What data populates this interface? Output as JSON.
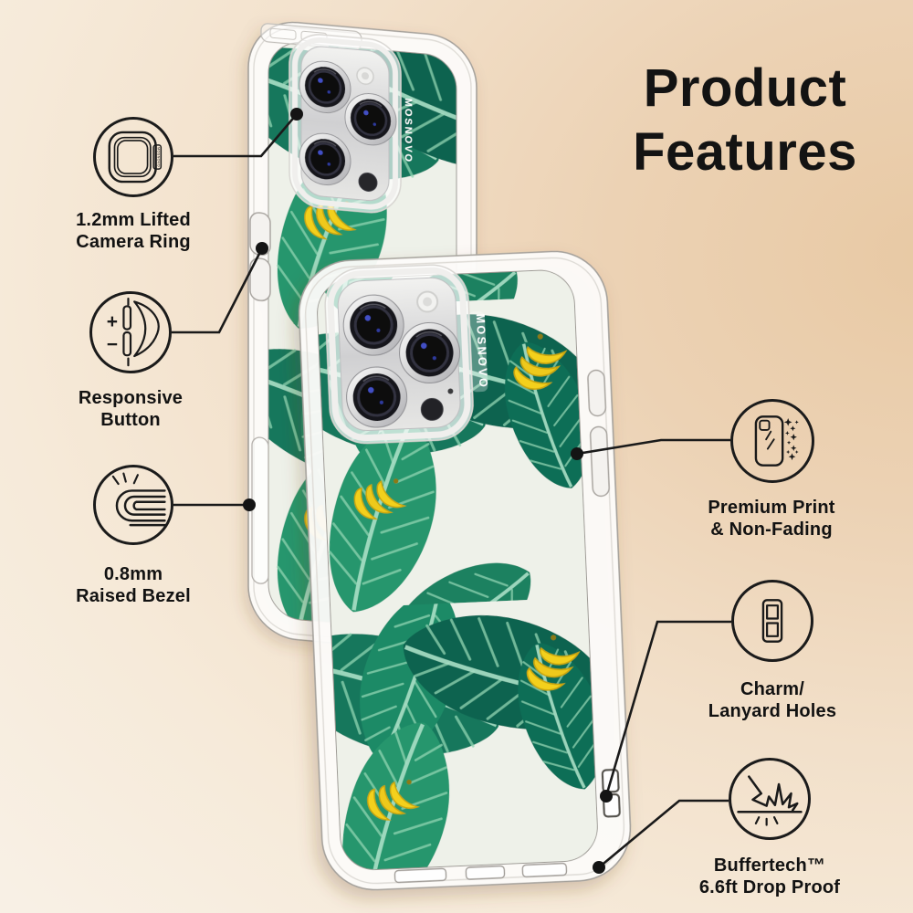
{
  "title": {
    "line1": "Product",
    "line2": "Features"
  },
  "brand": "MOSNOVO",
  "callouts": [
    {
      "id": "camera-ring",
      "icon": "camera-ring-icon",
      "line1": "1.2mm Lifted",
      "line2": "Camera Ring"
    },
    {
      "id": "responsive-button",
      "icon": "responsive-button-icon",
      "line1": "Responsive",
      "line2": "Button"
    },
    {
      "id": "raised-bezel",
      "icon": "raised-bezel-icon",
      "line1": "0.8mm",
      "line2": "Raised Bezel"
    },
    {
      "id": "premium-print",
      "icon": "premium-print-icon",
      "line1": "Premium Print",
      "line2": "& Non-Fading"
    },
    {
      "id": "lanyard-holes",
      "icon": "lanyard-holes-icon",
      "line1": "Charm/",
      "line2": "Lanyard Holes"
    },
    {
      "id": "drop-proof",
      "icon": "drop-impact-icon",
      "line1": "Buffertech™",
      "line2": "6.6ft Drop Proof"
    }
  ],
  "icon_glyphs": {
    "plus": "+",
    "minus": "−"
  },
  "colors": {
    "background_peach": "#e8c9a4",
    "background_cream": "#f8f0e5",
    "line_black": "#1a1a1a",
    "leaf_dark": "#0f6450",
    "leaf_mid": "#1d8a66",
    "leaf_light": "#27966d",
    "banana_yellow": "#f3d01f",
    "print_background": "#eef1e9",
    "case_bumper": "#fdfcfa"
  }
}
